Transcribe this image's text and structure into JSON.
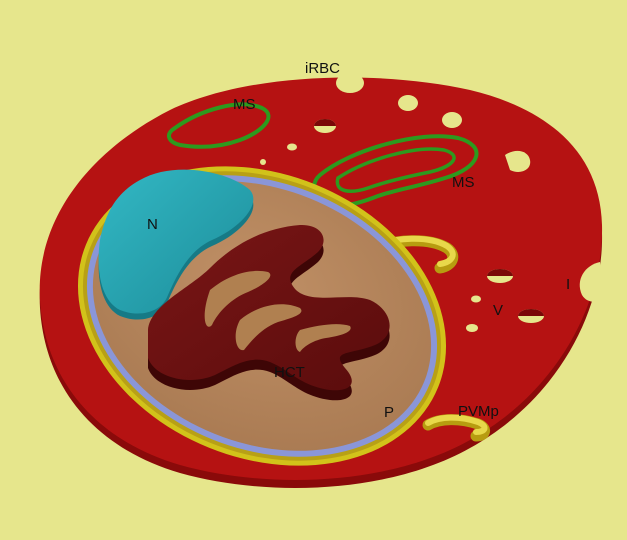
{
  "labels": {
    "irbc": "iRBC",
    "ms_top": "MS",
    "ms_right": "MS",
    "nucleus": "N",
    "hct": "HCT",
    "parasite": "P",
    "pvmp": "PVMp",
    "vesicle": "V",
    "indentation": "I"
  },
  "colors": {
    "background": "#e6e68c",
    "rbc_top": "#b51212",
    "rbc_edge": "#8a0a0a",
    "membrane_yellow": "#d2c21a",
    "membrane_blue": "#8a96d8",
    "cytoplasm": "#b8875e",
    "nucleus": "#2aa9b5",
    "hct": "#6a1010",
    "ms_stroke": "#2d9a1e"
  }
}
